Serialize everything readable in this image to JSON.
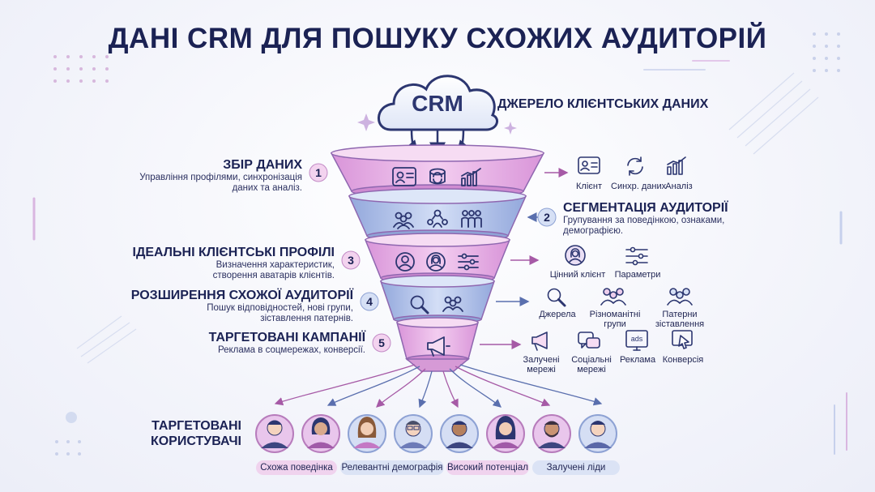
{
  "title": "ДАНІ CRM ДЛЯ ПОШУКУ СХОЖИХ АУДИТОРІЙ",
  "crm": {
    "label": "CRM",
    "source_caption": "ДЖЕРЕЛО КЛІЄНТСЬКИХ ДАНИХ"
  },
  "stages": [
    {
      "num": "1",
      "title": "ЗБІР ДАНИХ",
      "desc": [
        "Управління профілями, синхронізація",
        "даних та аналіз."
      ]
    },
    {
      "num": "2",
      "title": "СЕГМЕНТАЦІЯ АУДИТОРІЇ",
      "desc": [
        "Групування за поведінкою, ознаками,",
        "демографією."
      ]
    },
    {
      "num": "3",
      "title": "ІДЕАЛЬНІ КЛІЄНТСЬКІ ПРОФІЛІ",
      "desc": [
        "Визначення характеристик,",
        "створення аватарів клієнтів."
      ]
    },
    {
      "num": "4",
      "title": "РОЗШИРЕННЯ СХОЖОЇ АУДИТОРІЇ",
      "desc": [
        "Пошук відповідностей, нові групи,",
        "зіставлення патернів."
      ]
    },
    {
      "num": "5",
      "title": "ТАРГЕТОВАНІ КАМПАНІЇ",
      "desc": [
        "Реклама в соцмережах, конверсії."
      ]
    }
  ],
  "side_icons": {
    "stage1": [
      "Клієнт",
      "Синхр. даних",
      "Аналіз"
    ],
    "stage3": [
      "Цінний клієнт",
      "Параметри"
    ],
    "stage4": [
      [
        "Джерела"
      ],
      [
        "Різноманітні",
        "групи"
      ],
      [
        "Патерни",
        "зіставлення"
      ]
    ],
    "stage5": [
      [
        "Залучені",
        "мережі"
      ],
      [
        "Соціальні",
        "мережі"
      ],
      [
        "Реклама"
      ],
      [
        "Конверсія"
      ]
    ]
  },
  "ads_glyph": "ads",
  "targeted": {
    "label": [
      "ТАРГЕТОВАНІ",
      "КОРИСТУВАЧІ"
    ]
  },
  "badges": [
    "Схожа поведінка",
    "Релевантні демографія",
    "Високий потенціал",
    "Залучені ліди"
  ],
  "colors": {
    "pink": "#e7b6e6",
    "blue": "#b8c8ec",
    "navy": "#1b2254",
    "accent": "#6c4fa6"
  }
}
